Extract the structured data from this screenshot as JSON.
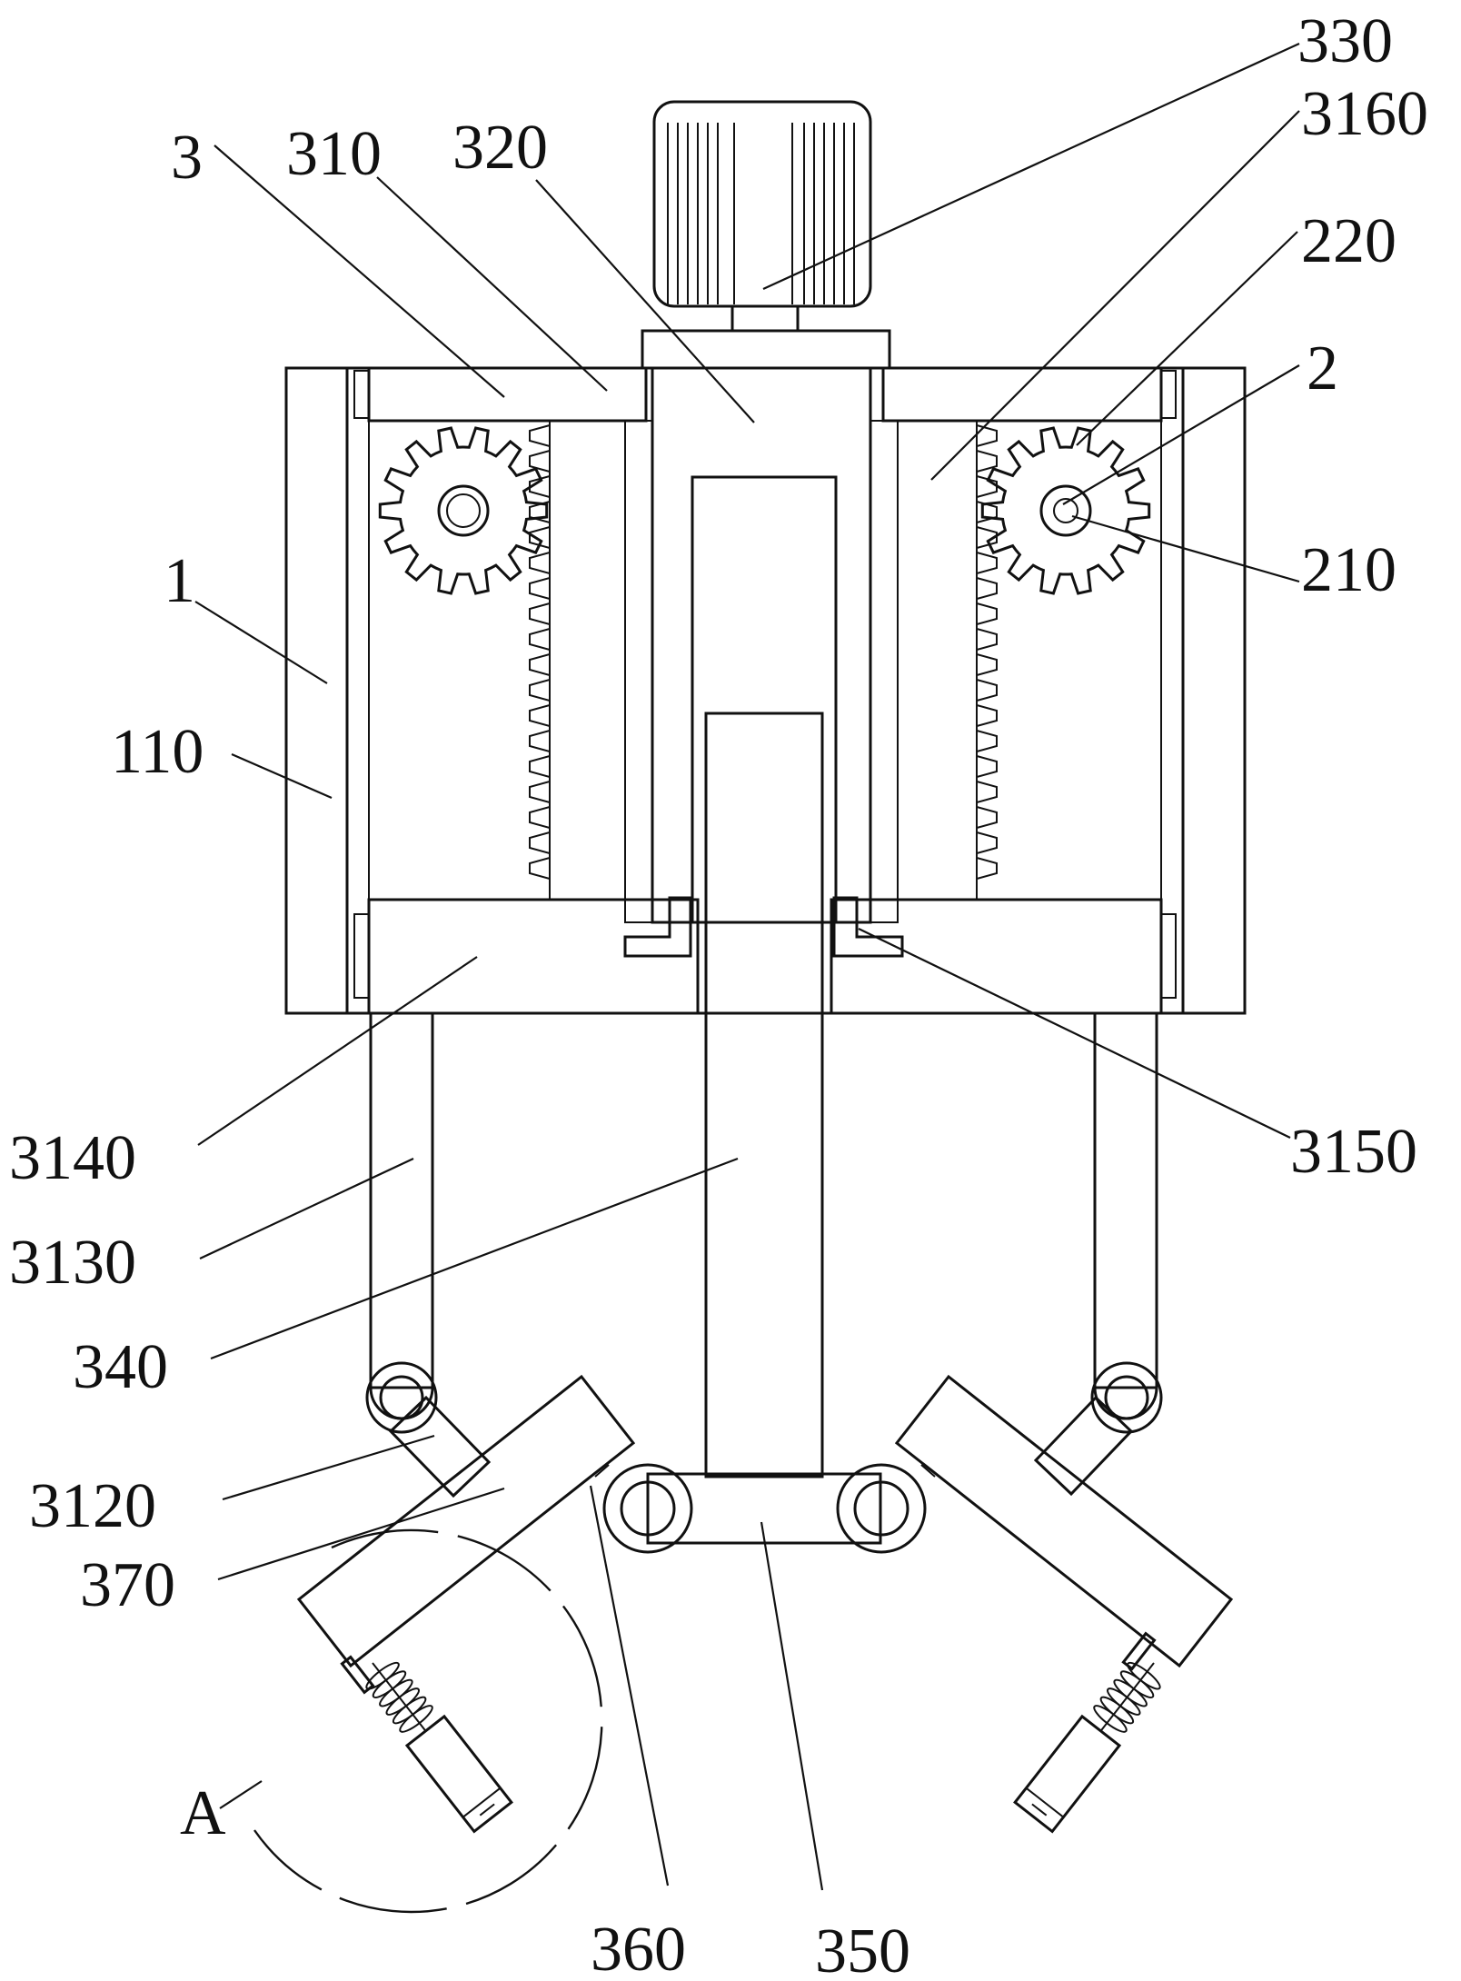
{
  "colors": {
    "line": "#111111",
    "background": "#ffffff"
  },
  "labels": {
    "l1": "1",
    "l2": "2",
    "l3": "3",
    "l110": "110",
    "l210": "210",
    "l220": "220",
    "l310": "310",
    "l320": "320",
    "l330": "330",
    "l340": "340",
    "l350": "350",
    "l360": "360",
    "l370": "370",
    "l3120": "3120",
    "l3130": "3130",
    "l3140": "3140",
    "l3150": "3150",
    "l3160": "3160",
    "lA": "A"
  }
}
